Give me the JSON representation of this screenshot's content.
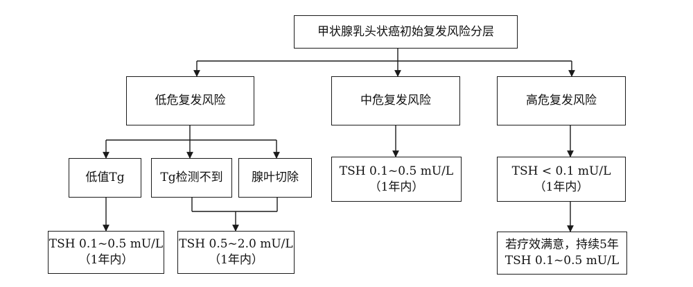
{
  "root": {
    "label": "甲状腺乳头状癌初始复发风险分层"
  },
  "low": {
    "label": "低危复发风险",
    "children": [
      {
        "label": "低值Tg"
      },
      {
        "label": "Tg检测不到"
      },
      {
        "label": "腺叶切除"
      }
    ],
    "targets": [
      {
        "line1": "TSH 0.1~0.5 mU/L",
        "line2": "（1年内）"
      },
      {
        "line1": "TSH 0.5~2.0 mU/L",
        "line2": "（1年内）"
      }
    ]
  },
  "mid": {
    "label": "中危复发风险",
    "target": {
      "line1": "TSH 0.1~0.5 mU/L",
      "line2": "（1年内）"
    }
  },
  "high": {
    "label": "高危复发风险",
    "target": {
      "line1": "TSH < 0.1 mU/L",
      "line2": "（1年内）"
    },
    "followup": {
      "line1": "若疗效满意，持续5年",
      "line2": "TSH 0.1~0.5 mU/L"
    }
  }
}
